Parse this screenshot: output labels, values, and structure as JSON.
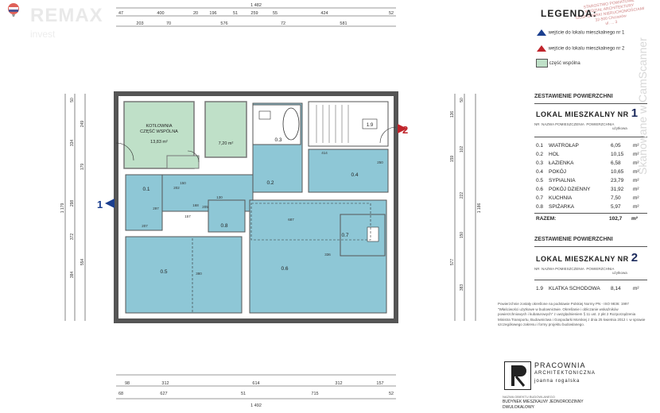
{
  "branding": {
    "name": "REMAX",
    "subtitle": "invest"
  },
  "stamp": {
    "lines": [
      "STAROSTWO POWIATOWE",
      "WYDZIAŁ ARCHITEKTURY",
      "GOSPODARKI NIERUCHOMOŚCIAMI",
      "32-500 Chrzanów",
      "ul. ... 3"
    ]
  },
  "legend": {
    "title": "LEGENDA:",
    "items": [
      {
        "label": "wejście do lokalu mieszkalnego nr 1",
        "color": "#1b3f8f"
      },
      {
        "label": "wejście do lokalu mieszkalnego nr 2",
        "color": "#c0242b"
      },
      {
        "label": "część wspólna",
        "color": "#bfe0c8"
      }
    ]
  },
  "unit1": {
    "section": "ZESTAWIENIE POWIERZCHNI",
    "title": "LOKAL MIESZKALNY NR",
    "number": "1",
    "col_headers": [
      "NR",
      "NAZWA POMIESZCZENIA",
      "POWIERZCHNIA",
      "użytkowa"
    ],
    "rooms": [
      {
        "nr": "0.1",
        "name": "WIATROŁAP",
        "area": "6,05"
      },
      {
        "nr": "0.2",
        "name": "HOL",
        "area": "10,15"
      },
      {
        "nr": "0.3",
        "name": "ŁAZIENKA",
        "area": "6,58"
      },
      {
        "nr": "0.4",
        "name": "POKÓJ",
        "area": "10,65"
      },
      {
        "nr": "0.5",
        "name": "SYPIALNIA",
        "area": "23,79"
      },
      {
        "nr": "0.6",
        "name": "POKÓJ DZIENNY",
        "area": "31,92"
      },
      {
        "nr": "0.7",
        "name": "KUCHNIA",
        "area": "7,50"
      },
      {
        "nr": "0.8",
        "name": "SPIŻARKA",
        "area": "5,97"
      }
    ],
    "unit_m2": "m²",
    "total_label": "RAZEM:",
    "total": "102,7"
  },
  "unit2": {
    "section": "ZESTAWIENIE POWIERZCHNI",
    "title": "LOKAL MIESZKALNY NR",
    "number": "2",
    "col_headers": [
      "NR",
      "NAZWA POMIESZCZENIA",
      "POWIERZCHNIA",
      "użytkowa"
    ],
    "rooms": [
      {
        "nr": "1.9",
        "name": "KLATKA SCHODOWA",
        "area": "8,14"
      }
    ]
  },
  "note": "Powierzchnie zostały określone na podstawie Polskiej Normy PN - ISO 9836: 1997 \"Właściwości użytkowe w budownictwie. Określanie i obliczanie wskaźników powierzchniowych i kubaturowych\" z uwzględnieniem § 11 ust. 2 pkt 2 Rozporządzenia Ministra Transportu, Budownictwa i Gospodarki Morskiej z dnia 25 kwietnia 2012 r. w sprawie szczegółowego zakresu i formy projektu budowlanego.",
  "firm": {
    "line1": "PRACOWNIA",
    "line2": "ARCHITEKTONICZNA",
    "line3": "joanna rogalska"
  },
  "project": {
    "label": "NAZWA OBIEKTU BUDOWLANEGO",
    "line1": "BUDYNEK MIESZKALNY JEDNORODZINNY",
    "line2": "DWULOKALOWY"
  },
  "watermark": "Skanowane w CamScanner",
  "plan": {
    "rooms": [
      {
        "id": "boiler",
        "label1": "KOTŁOWNIA",
        "label2": "CZĘŚĆ WSPÓLNA",
        "area": "13,83 m²"
      },
      {
        "id": "stair-storage",
        "area": "7,20 m²"
      },
      {
        "id": "0.1",
        "label": "0.1"
      },
      {
        "id": "0.2",
        "label": "0.2"
      },
      {
        "id": "0.3",
        "label": "0.3"
      },
      {
        "id": "0.4",
        "label": "0.4"
      },
      {
        "id": "0.5",
        "label": "0.5"
      },
      {
        "id": "0.6",
        "label": "0.6"
      },
      {
        "id": "0.7",
        "label": "0.7"
      },
      {
        "id": "0.8",
        "label": "0.8"
      },
      {
        "id": "1.9",
        "label": "1.9"
      }
    ],
    "entrances": [
      {
        "label": "1",
        "color": "#1b3f8f"
      },
      {
        "label": "2",
        "color": "#c0242b"
      }
    ],
    "top_dims_row1": [
      "47",
      "400",
      "20",
      "196",
      "51",
      "259",
      "55",
      "424",
      "52"
    ],
    "top_dims_row2": [
      "203",
      "70",
      "576",
      "72",
      "581"
    ],
    "top_total": "1 482",
    "bottom_dims_row1": [
      "98",
      "312",
      "614",
      "312",
      "157"
    ],
    "bottom_dims_row2": [
      "68",
      "627",
      "51",
      "715",
      "52"
    ],
    "bottom_total": "1 492",
    "left_dims": [
      "50",
      "249",
      "334",
      "179",
      "298",
      "372",
      "384",
      "554"
    ],
    "left_total": "1 179",
    "right_dims": [
      "50",
      "136",
      "102",
      "159",
      "222",
      "150",
      "577",
      "383"
    ],
    "right_total": "1 186",
    "inner_dims": [
      "202",
      "168",
      "150",
      "297",
      "207",
      "157",
      "380",
      "205",
      "130",
      "687",
      "336",
      "250",
      "414"
    ]
  }
}
